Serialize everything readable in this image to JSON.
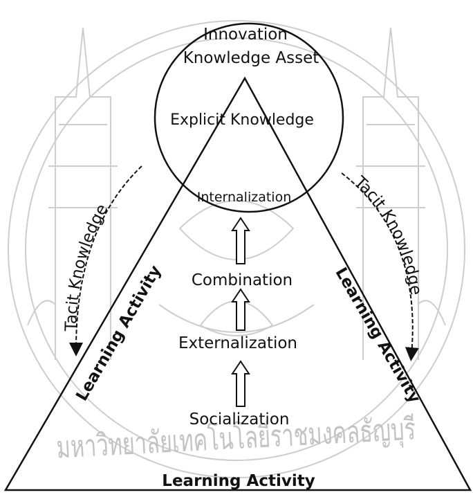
{
  "circle": {
    "line1": "Innovation",
    "line2": "Knowledge Asset",
    "explicit": "Explicit Knowledge",
    "internalization": "Internalization"
  },
  "stages": {
    "combination": "Combination",
    "externalization": "Externalization",
    "socialization": "Socialization"
  },
  "left_arc_label": "Tacit Knowledge",
  "right_arc_label": "Tacit Knowledge",
  "left_side_label": "Learning Activity",
  "right_side_label": "Learning Activity",
  "bottom_label": "Learning Activity",
  "watermark": "มหาวิทยาลัยเทคโนโลยีราชมงคลธัญบุรี",
  "colors": {
    "ink": "#111111",
    "watermark": "#c8c8c8"
  }
}
